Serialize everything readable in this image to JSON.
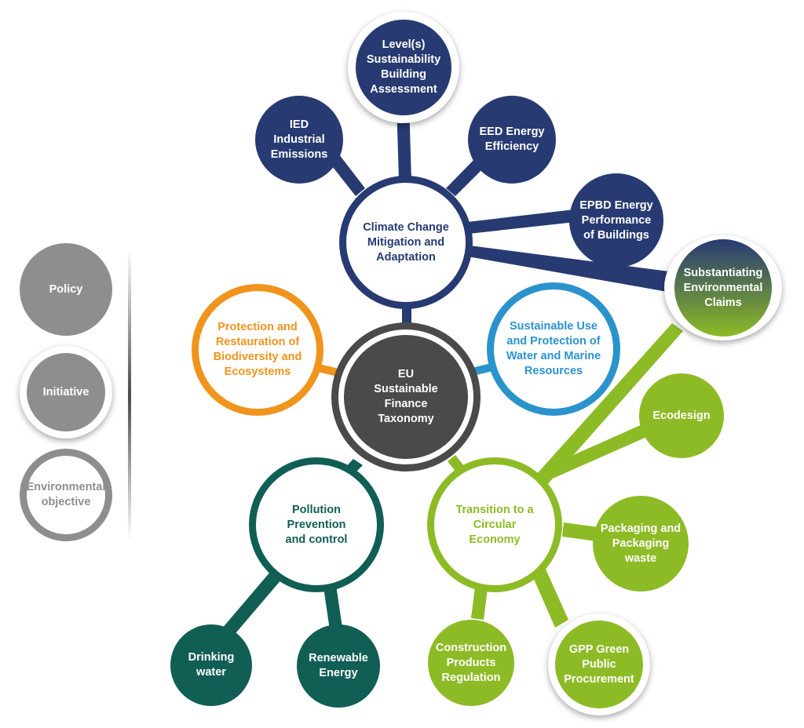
{
  "legend": {
    "policy": "Policy",
    "initiative": "Initiative",
    "objective": "Environmental objective"
  },
  "colors": {
    "navy": "#273a72",
    "orange": "#f0941c",
    "blue": "#2b93cc",
    "teal": "#115e55",
    "green": "#8dbb25",
    "gray": "#4a4a4a"
  },
  "nodes": {
    "center": "EU Sustainable Finance Taxonomy",
    "climate": "Climate Change Mitigation and Adaptation",
    "biodiversity": "Protection and Restauration of Biodiversity and Ecosystems",
    "water": "Sustainable Use and Protection of Water and Marine Resources",
    "pollution": "Pollution Prevention and control",
    "circular": "Transition to a Circular Economy",
    "levels": "Level(s) Sustainability Building Assessment",
    "ied": "IED Industrial Emissions",
    "eed": "EED Energy Efficiency",
    "epbd": "EPBD Energy Performance of Buildings",
    "claims": "Substantiating Environmental Claims",
    "ecodesign": "Ecodesign",
    "packaging": "Packaging and Packaging waste",
    "gpp": "GPP Green Public Procurement",
    "cpr": "Construction Products Regulation",
    "drinking": "Drinking water",
    "renewable": "Renewable Energy"
  }
}
